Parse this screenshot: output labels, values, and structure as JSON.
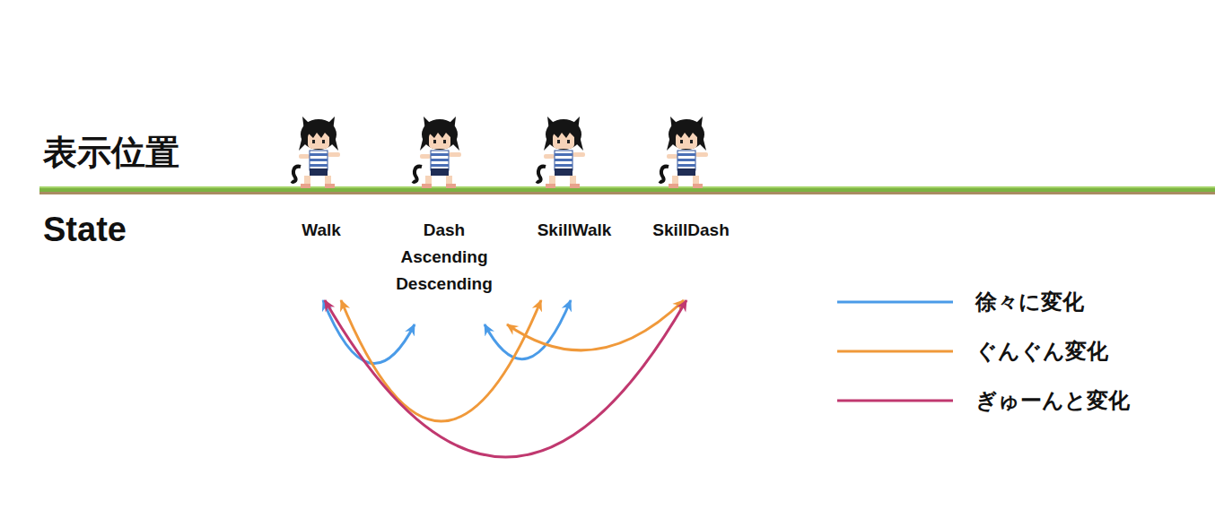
{
  "diagram": {
    "title": "表示位置",
    "nodes": [
      {
        "text": [
          "Walk"
        ]
      },
      {
        "text": [
          "Dash Ascending Descending"
        ]
      },
      {
        "text": [
          "SkillWalk"
        ]
      },
      {
        "text": [
          "SkillDash"
        ]
      }
    ],
    "edges": [
      {
        "from": 0,
        "to": 1,
        "arrow": "both"
      },
      {
        "from": 1,
        "to": 2,
        "arrow": "both"
      },
      {
        "from": 1,
        "to": 3,
        "arrow": "both"
      },
      {
        "from": 0,
        "to": 2,
        "arrow": "both"
      },
      {
        "from": 0,
        "to": 3,
        "arrow": "both"
      }
    ],
    "labels": [
      "State"
    ],
    "legend": [
      {
        "text": "徐々に変化"
      },
      {
        "text": "ぐんぐん変化"
      },
      {
        "text": "ぎゅーんと変化"
      }
    ]
  }
}
